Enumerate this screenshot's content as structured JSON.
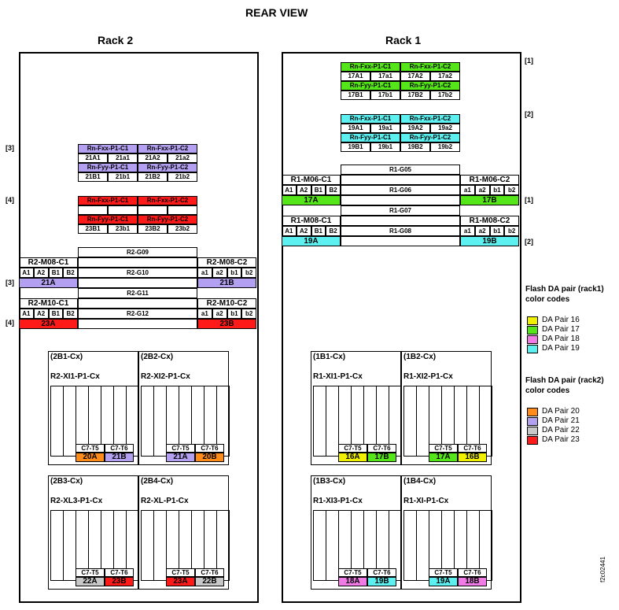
{
  "title": "REAR VIEW",
  "rack2": {
    "title": "Rack 2",
    "callouts": [
      "[3]",
      "[4]",
      "[3]",
      "[4]"
    ],
    "cable_block_3": {
      "rows": [
        [
          "Rn-Fxx-P1-C1",
          "Rn-Fxx-P1-C2"
        ],
        [
          "21A1",
          "21a1",
          "21A2",
          "21a2"
        ],
        [
          "Rn-Fyy-P1-C1",
          "Rn-Fyy-P1-C2"
        ],
        [
          "21B1",
          "21b1",
          "21B2",
          "21b2"
        ]
      ]
    },
    "cable_block_4": {
      "rows": [
        [
          "Rn-Fxx-P1-C1",
          "Rn-Fxx-P1-C2"
        ],
        [
          "",
          "",
          "",
          ""
        ],
        [
          "Rn-Fyy-P1-C1",
          "Rn-Fyy-P1-C2"
        ],
        [
          "23B1",
          "23b1",
          "23B2",
          "23b2"
        ]
      ]
    },
    "shelves": [
      {
        "left": "",
        "center": "R2-G09",
        "right": ""
      },
      {
        "left": "R2-M08-C1",
        "center": "",
        "right": "R2-M08-C2"
      },
      {
        "left_ports": [
          "A1",
          "A2",
          "B1",
          "B2"
        ],
        "center": "R2-G10",
        "right_ports": [
          "a1",
          "a2",
          "b1",
          "b2"
        ]
      },
      {
        "left": "21A",
        "center": "",
        "right": "21B"
      },
      {
        "left": "",
        "center": "R2-G11",
        "right": ""
      },
      {
        "left": "R2-M10-C1",
        "center": "",
        "right": "R2-M10-C2"
      },
      {
        "left_ports": [
          "A1",
          "A2",
          "B1",
          "B2"
        ],
        "center": "R2-G12",
        "right_ports": [
          "a1",
          "a2",
          "b1",
          "b2"
        ]
      },
      {
        "left": "23A",
        "center": "",
        "right": "23B"
      }
    ],
    "enclosures": [
      {
        "id": "(2B1-Cx)",
        "name": "R2-XI1-P1-Cx",
        "t5": "C7-T5",
        "t6": "C7-T6",
        "a": "20A",
        "b": "21B",
        "ac": "#ff8c1a",
        "bc": "#b4a0f0"
      },
      {
        "id": "(2B2-Cx)",
        "name": "R2-XI2-P1-Cx",
        "t5": "C7-T5",
        "t6": "C7-T6",
        "a": "21A",
        "b": "20B",
        "ac": "#b4a0f0",
        "bc": "#ff8c1a"
      },
      {
        "id": "(2B3-Cx)",
        "name": "R2-XL3-P1-Cx",
        "t5": "C7-T5",
        "t6": "C7-T6",
        "a": "22A",
        "b": "23B",
        "ac": "#c8c8c8",
        "bc": "#ff1a1a"
      },
      {
        "id": "(2B4-Cx)",
        "name": "R2-XL-P1-Cx",
        "t5": "C7-T5",
        "t6": "C7-T6",
        "a": "23A",
        "b": "22B",
        "ac": "#ff1a1a",
        "bc": "#c8c8c8"
      }
    ]
  },
  "rack1": {
    "title": "Rack 1",
    "callouts": [
      "[1]",
      "[2]",
      "[1]",
      "[2]"
    ],
    "cable_block_1": {
      "rows": [
        [
          "Rn-Fxx-P1-C1",
          "Rn-Fxx-P1-C2"
        ],
        [
          "17A1",
          "17a1",
          "17A2",
          "17a2"
        ],
        [
          "Rn-Fyy-P1-C1",
          "Rn-Fyy-P1-C2"
        ],
        [
          "17B1",
          "17b1",
          "17B2",
          "17b2"
        ]
      ]
    },
    "cable_block_2": {
      "rows": [
        [
          "Rn-Fxx-P1-C1",
          "Rn-Fxx-P1-C2"
        ],
        [
          "19A1",
          "19a1",
          "19A2",
          "19a2"
        ],
        [
          "Rn-Fyy-P1-C1",
          "Rn-Fyy-P1-C2"
        ],
        [
          "19B1",
          "19b1",
          "19B2",
          "19b2"
        ]
      ]
    },
    "shelves": [
      {
        "left": "",
        "center": "R1-G05",
        "right": ""
      },
      {
        "left": "R1-M06-C1",
        "center": "",
        "right": "R1-M06-C2"
      },
      {
        "left_ports": [
          "A1",
          "A2",
          "B1",
          "B2"
        ],
        "center": "R1-G06",
        "right_ports": [
          "a1",
          "a2",
          "b1",
          "b2"
        ]
      },
      {
        "left": "17A",
        "center": "",
        "right": "17B"
      },
      {
        "left": "",
        "center": "R1-G07",
        "right": ""
      },
      {
        "left": "R1-M08-C1",
        "center": "",
        "right": "R1-M08-C2"
      },
      {
        "left_ports": [
          "A1",
          "A2",
          "B1",
          "B2"
        ],
        "center": "R1-G08",
        "right_ports": [
          "a1",
          "a2",
          "b1",
          "b2"
        ]
      },
      {
        "left": "19A",
        "center": "",
        "right": "19B"
      }
    ],
    "enclosures": [
      {
        "id": "(1B1-Cx)",
        "name": "R1-XI1-P1-Cx",
        "t5": "C7-T5",
        "t6": "C7-T6",
        "a": "16A",
        "b": "17B",
        "ac": "#f0f000",
        "bc": "#55e61a"
      },
      {
        "id": "(1B2-Cx)",
        "name": "R1-XI2-P1-Cx",
        "t5": "C7-T5",
        "t6": "C7-T6",
        "a": "17A",
        "b": "16B",
        "ac": "#55e61a",
        "bc": "#f0f000"
      },
      {
        "id": "(1B3-Cx)",
        "name": "R1-XI3-P1-Cx",
        "t5": "C7-T5",
        "t6": "C7-T6",
        "a": "18A",
        "b": "19B",
        "ac": "#f07ae6",
        "bc": "#5cf0f0"
      },
      {
        "id": "(1B4-Cx)",
        "name": "R1-XI-P1-Cx",
        "t5": "C7-T5",
        "t6": "C7-T6",
        "a": "19A",
        "b": "18B",
        "ac": "#5cf0f0",
        "bc": "#f07ae6"
      }
    ]
  },
  "legend1": {
    "title_line1": "Flash DA pair (rack1)",
    "title_line2": "color codes",
    "items": [
      {
        "label": "DA Pair 16",
        "color": "#f0f000"
      },
      {
        "label": "DA Pair 17",
        "color": "#55e61a"
      },
      {
        "label": "DA Pair 18",
        "color": "#f07ae6"
      },
      {
        "label": "DA Pair 19",
        "color": "#5cf0f0"
      }
    ]
  },
  "legend2": {
    "title_line1": "Flash DA pair (rack2)",
    "title_line2": "color codes",
    "items": [
      {
        "label": "DA Pair 20",
        "color": "#ff8c1a"
      },
      {
        "label": "DA Pair 21",
        "color": "#b4a0f0"
      },
      {
        "label": "DA Pair 22",
        "color": "#c8c8c8"
      },
      {
        "label": "DA Pair 23",
        "color": "#ff1a1a"
      }
    ]
  },
  "figure_id": "f2c02441",
  "colors": {
    "purple": "#b4a0f0",
    "red": "#ff1a1a",
    "green": "#55e61a",
    "cyan": "#5cf0f0"
  }
}
